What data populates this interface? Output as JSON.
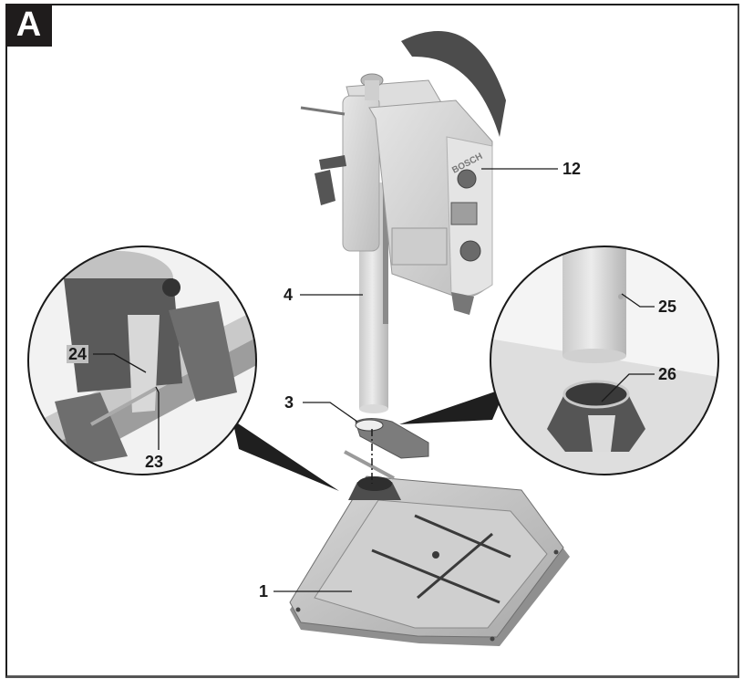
{
  "figure": {
    "label": "A",
    "subject": "drill-stand-assembly",
    "brand_text": "BOSCH"
  },
  "callouts": {
    "c12": "12",
    "c4": "4",
    "c25": "25",
    "c26": "26",
    "c24": "24",
    "c23": "23",
    "c3": "3",
    "c1": "1"
  },
  "colors": {
    "badge_bg": "#1f1c1c",
    "line": "#1a1a1a",
    "part_light": "#dcdcdc",
    "part_mid": "#a8a8a8",
    "part_dark": "#5a5a5a"
  }
}
